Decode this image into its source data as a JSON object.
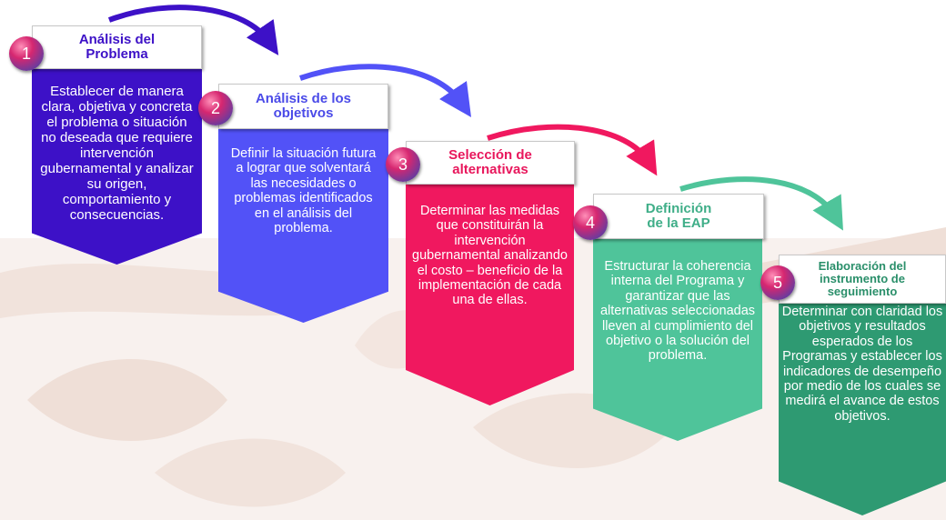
{
  "steps": [
    {
      "number": "1",
      "title": "Análisis del Problema",
      "description": "Establecer de manera clara, objetiva y concreta el problema o situación no deseada que requiere intervención gubernamental y analizar su origen, comportamiento y consecuencias.",
      "color": "#3d11c7",
      "title_color": "#3d11c7"
    },
    {
      "number": "2",
      "title": "Análisis de los objetivos",
      "description": "Definir la situación futura a lograr que solventará las necesidades o problemas identificados en el análisis del problema.",
      "color": "#5252f7",
      "title_color": "#4b4be8"
    },
    {
      "number": "3",
      "title": "Selección de alternativas",
      "description": "Determinar las medidas que constituirán la intervención gubernamental analizando el costo – beneficio de la implementación de cada una de ellas.",
      "color": "#f0185f",
      "title_color": "#e8175c"
    },
    {
      "number": "4",
      "title": "Definición de la EAP",
      "description": "Estructurar la coherencia interna del Programa y garantizar que las alternativas seleccionadas lleven al cumplimiento del objetivo o la solución del problema.",
      "color": "#4fc49a",
      "title_color": "#3fae88"
    },
    {
      "number": "5",
      "title": "Elaboración del instrumento de seguimiento",
      "description": "Determinar con claridad los objetivos y resultados esperados de los Programas y establecer los indicadores de desempeño por medio de los cuales se medirá el avance de estos objetivos.",
      "color": "#2e9a72",
      "title_color": "#2a8f6a"
    }
  ]
}
